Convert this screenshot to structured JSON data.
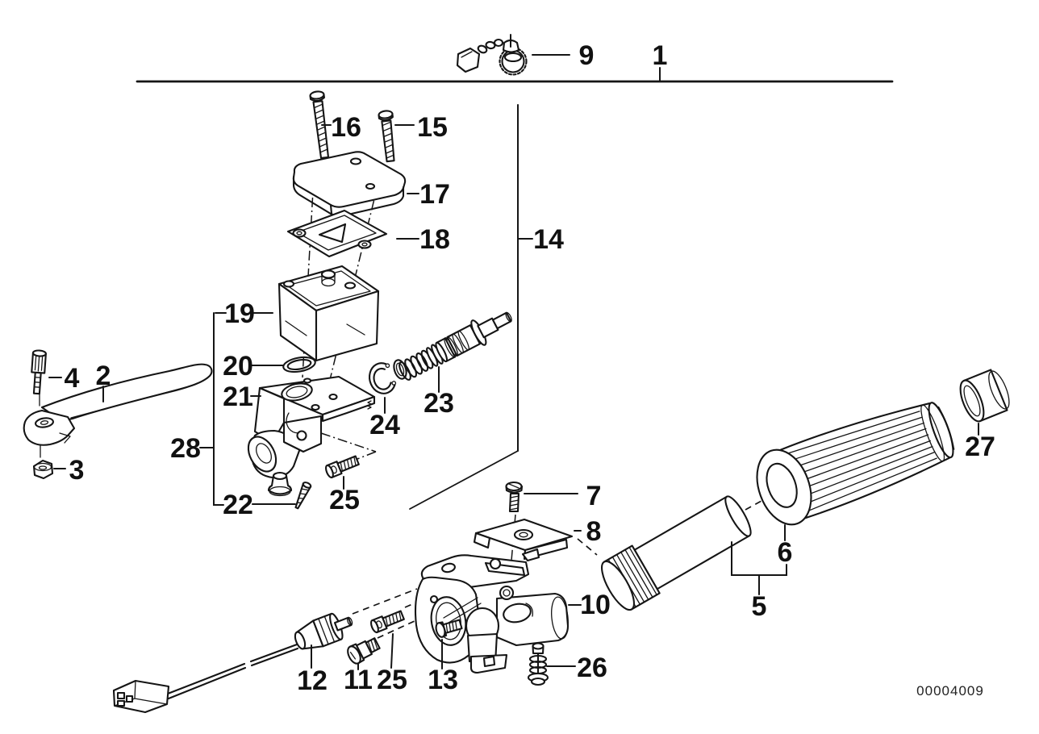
{
  "page": {
    "background": "#ffffff",
    "line_color": "#151515"
  },
  "diagram": {
    "doc_code": "00004009",
    "callouts": [
      "1",
      "2",
      "3",
      "4",
      "5",
      "6",
      "7",
      "8",
      "9",
      "10",
      "11",
      "12",
      "13",
      "14",
      "15",
      "16",
      "17",
      "18",
      "19",
      "20",
      "21",
      "22",
      "23",
      "24",
      "25",
      "26",
      "27",
      "28"
    ]
  }
}
